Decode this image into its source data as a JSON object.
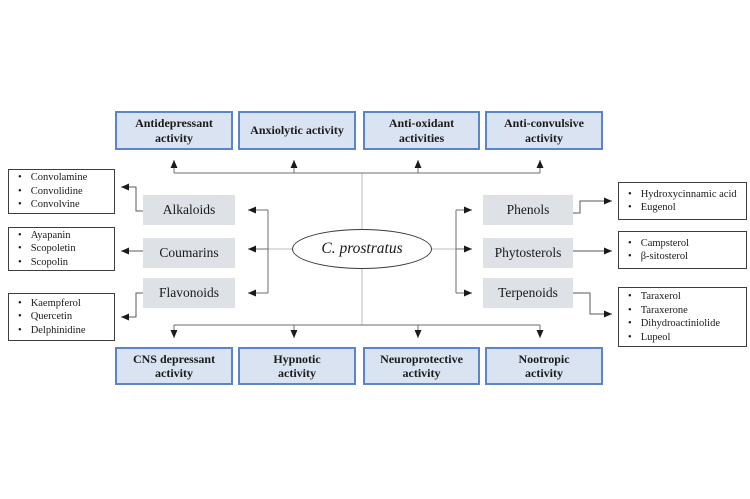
{
  "center": {
    "label": "C. prostratus"
  },
  "top_activities": [
    {
      "line1": "Antidepressant",
      "line2": "activity"
    },
    {
      "line1": "Anxiolytic activity",
      "line2": ""
    },
    {
      "line1": "Anti-oxidant",
      "line2": "activities"
    },
    {
      "line1": "Anti-convulsive",
      "line2": "activity"
    }
  ],
  "bottom_activities": [
    {
      "line1": "CNS depressant",
      "line2": "activity"
    },
    {
      "line1": "Hypnotic",
      "line2": "activity"
    },
    {
      "line1": "Neuroprotective",
      "line2": "activity"
    },
    {
      "line1": "Nootropic",
      "line2": "activity"
    }
  ],
  "left_compounds": [
    {
      "label": "Alkaloids",
      "constituents": [
        "Convolamine",
        "Convolidine",
        "Convolvine"
      ]
    },
    {
      "label": "Coumarins",
      "constituents": [
        "Ayapanin",
        "Scopoletin",
        "Scopolin"
      ]
    },
    {
      "label": "Flavonoids",
      "constituents": [
        "Kaempferol",
        "Quercetin",
        "Delphinidine"
      ]
    }
  ],
  "right_compounds": [
    {
      "label": "Phenols",
      "constituents": [
        "Hydroxycinnamic acid",
        "Eugenol"
      ]
    },
    {
      "label": "Phytosterols",
      "constituents": [
        "Campsterol",
        "β-sitosterol"
      ]
    },
    {
      "label": "Terpenoids",
      "constituents": [
        "Taraxerol",
        "Taraxerone",
        "Dihydroactiniolide",
        "Lupeol"
      ]
    }
  ],
  "colors": {
    "activity_fill": "#dae3f1",
    "activity_border": "#5c85c7",
    "compound_fill": "#dee1e6",
    "list_border": "#3d3d3d",
    "connector_line": "#6e6e6e",
    "cross_line": "#bdbdbd",
    "arrowhead": "#1a1a1a"
  }
}
